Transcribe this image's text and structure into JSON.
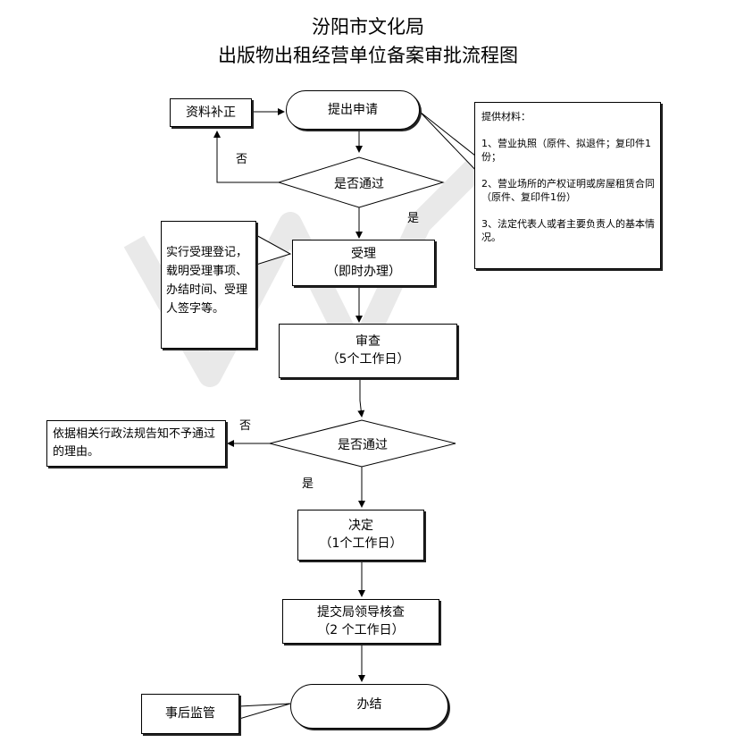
{
  "title": {
    "line1": "汾阳市文化局",
    "line2": "出版物出租经营单位备案审批流程图"
  },
  "nodes": {
    "supplement": "资料补正",
    "apply": "提出申请",
    "check1": "是否通过",
    "accept_line1": "受理",
    "accept_line2": "（即时办理）",
    "review_line1": "审查",
    "review_line2": "（5个工作日）",
    "check2": "是否通过",
    "decide_line1": "决定",
    "decide_line2": "（1个工作日）",
    "submit_line1": "提交局领导核查",
    "submit_line2": "（2 个工作日）",
    "finish": "办结"
  },
  "notes": {
    "materials_header": "提供材料：",
    "materials_1": "1、营业执照（原件、拟退件；复印件1份；",
    "materials_2": "2、营业场所的产权证明或房屋租赁合同（原件、复印件1份）",
    "materials_3": "3、法定代表人或者主要负责人的基本情况。",
    "accept_note": "实行受理登记，载明受理事项、办结时间、受理人签字等。",
    "reject_note": "依据相关行政法规告知不予通过的理由。",
    "supervise": "事后监管"
  },
  "labels": {
    "no1": "否",
    "yes1": "是",
    "no2": "否",
    "yes2": "是"
  }
}
